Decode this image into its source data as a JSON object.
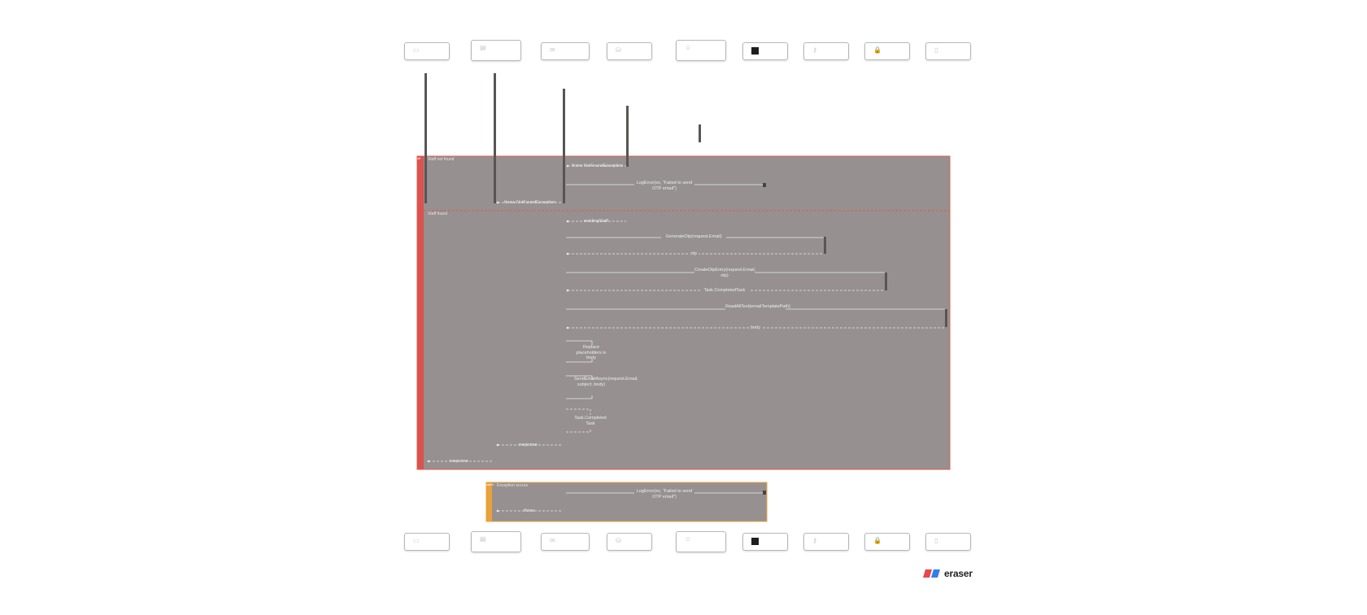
{
  "participants": [
    {
      "icon": "monitor-icon"
    },
    {
      "icon": "server-icon"
    },
    {
      "icon": "mail-icon"
    },
    {
      "icon": "database-icon"
    },
    {
      "icon": "user-icon"
    },
    {
      "icon": "black-square-icon"
    },
    {
      "icon": "key-icon"
    },
    {
      "icon": "lock-icon"
    },
    {
      "icon": "document-icon"
    }
  ],
  "alt_frame": {
    "keyword": "alt",
    "section1_condition": "Staff not found",
    "section2_condition": "Staff found",
    "colors": {
      "fill": "#969090",
      "border": "#e05a50",
      "bar": "#d9534f"
    }
  },
  "catch_frame": {
    "keyword": "catch",
    "condition": "Exception occurs",
    "colors": {
      "fill": "#969090",
      "border": "#e8a23a",
      "bar": "#e8a23a"
    }
  },
  "messages": {
    "m1": "throw NotFoundException",
    "m2": "LogError(ex, \"Failed to send OTP email\")",
    "m3": "throw NotFoundException",
    "m4": "existingStaff",
    "m5": "GenerateOtp(request.Email)",
    "m6": "otp",
    "m7": "CreateOtpEntry(request.Email, otp)",
    "m8": "Task.CompletedTask",
    "m9": "ReadAllText(emailTemplatePath)",
    "m10": "body",
    "m11": "Replace placeholders in body",
    "m12": "SendEmailAsync(request.Email, subject, body)",
    "m13": "Task.Completed Task",
    "m14": "response",
    "m15": "response",
    "m16": "LogError(ex, \"Failed to send OTP email\")",
    "m17": "throw"
  },
  "brand": {
    "name": "eraser",
    "colors": [
      "#e5484d",
      "#2f80ed"
    ]
  }
}
